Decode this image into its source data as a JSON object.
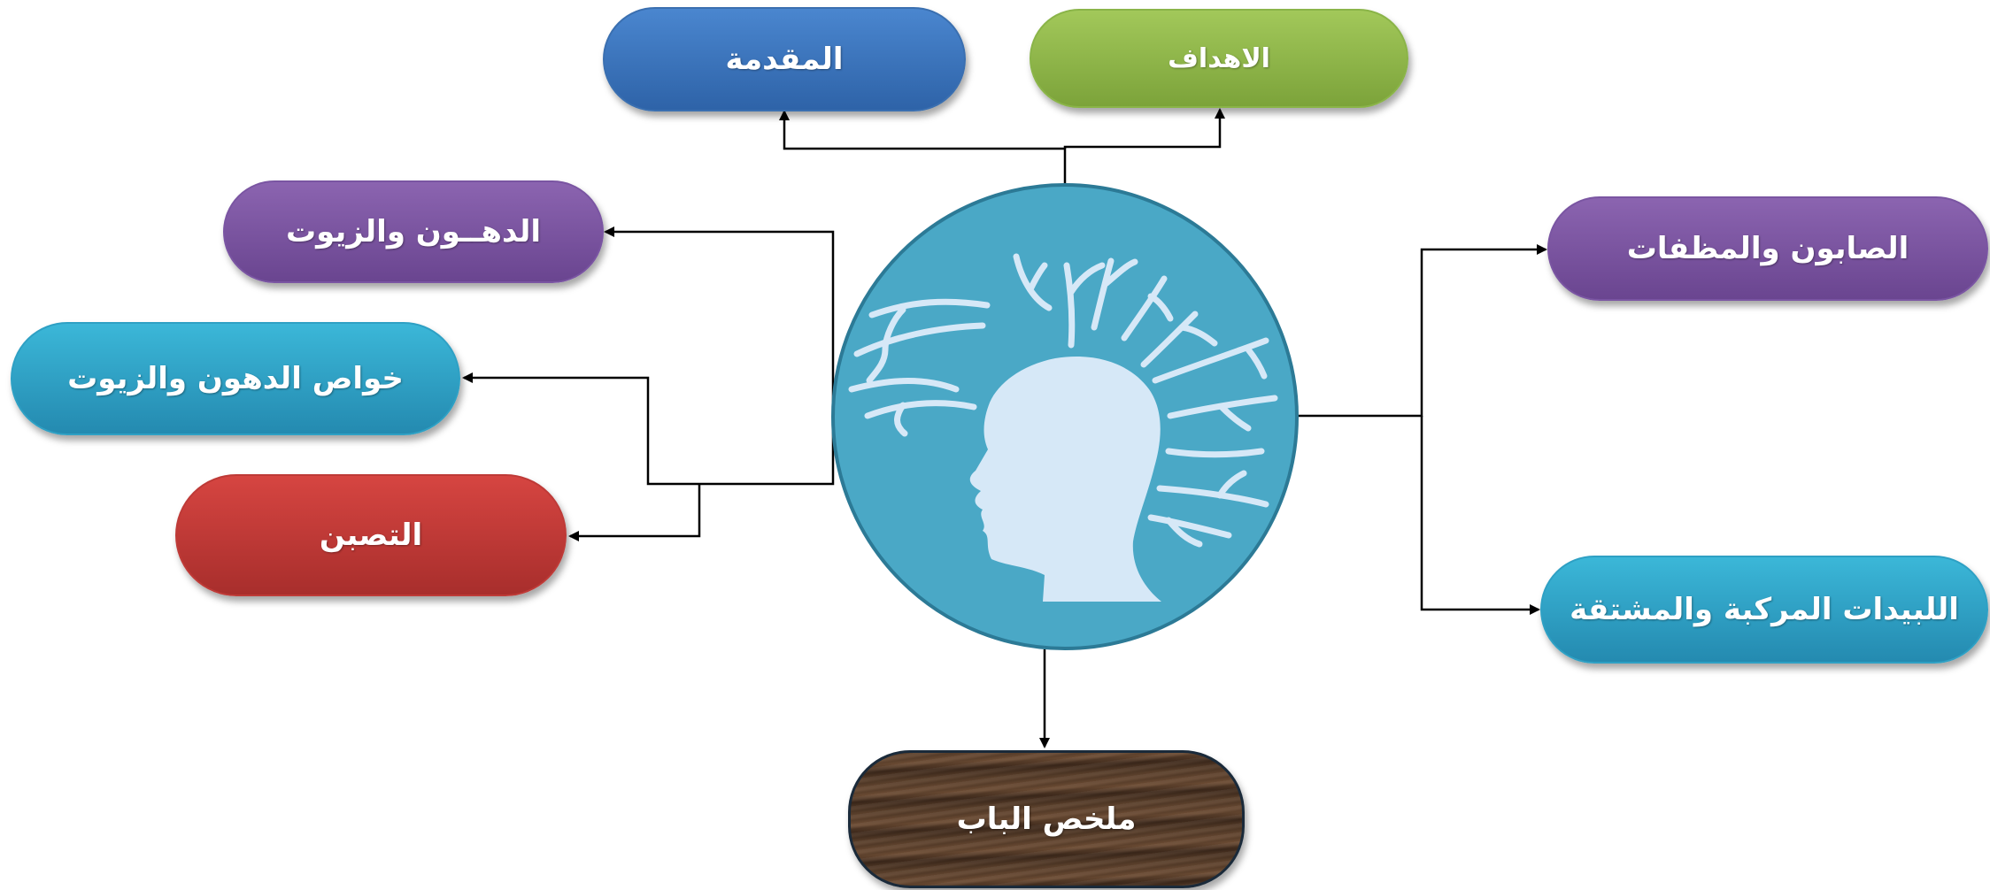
{
  "nodes": {
    "intro": "المقدمة",
    "goals": "الاهداف",
    "fats_oils": "الدهــون والزيوت",
    "fats_properties": "خواص الدهون والزيوت",
    "saponification": "التصبن",
    "soaps": "الصابون والمظفات",
    "lipids": "اللبيدات المركبة والمشتقة",
    "summary": "ملخص الباب"
  },
  "colors": {
    "connector": "#000000",
    "circle_fill": "#4aa8c6",
    "circle_stroke": "#2c7a96",
    "head": "#d6e8f7"
  },
  "center_icon": "head-with-branches-icon"
}
